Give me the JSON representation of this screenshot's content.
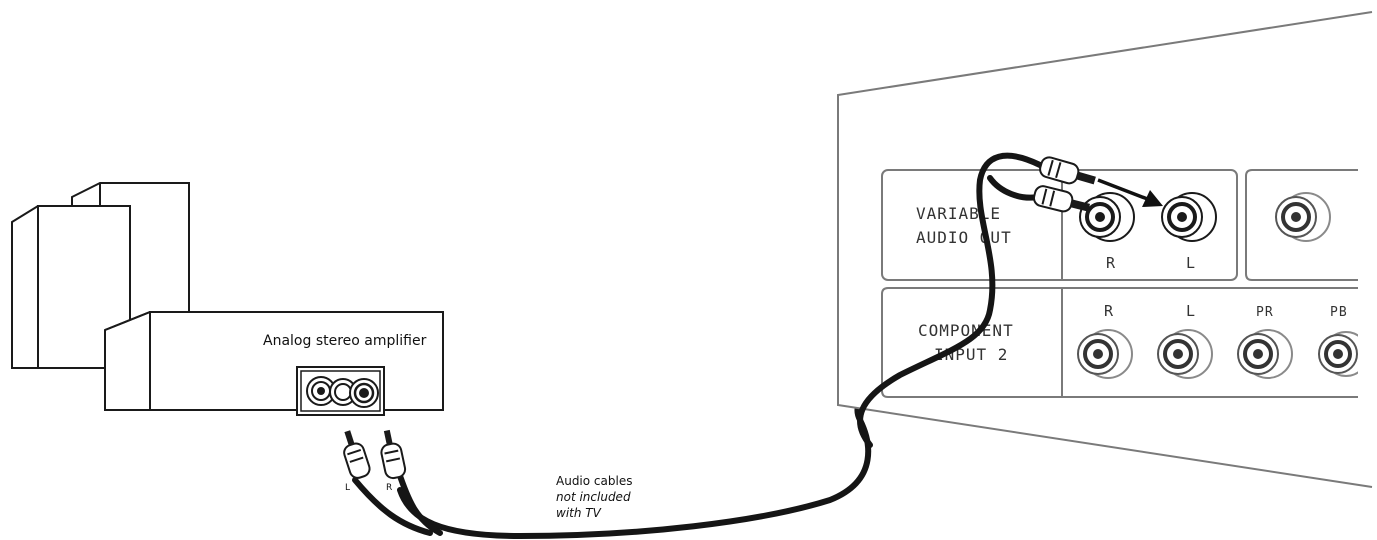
{
  "amplifier": {
    "label": "Analog stereo amplifier",
    "plug_left_label": "L",
    "plug_right_label": "R"
  },
  "cable_note": {
    "line1": "Audio cables",
    "line2": "not included",
    "line3": "with TV"
  },
  "tv_panel": {
    "variable_audio_out": {
      "line1": "VARIABLE",
      "line2": "AUDIO OUT",
      "jack_right_label": "R",
      "jack_left_label": "L"
    },
    "component_input_2": {
      "line1": "COMPONENT",
      "line2": "INPUT 2",
      "jack_labels": [
        "R",
        "L",
        "PR",
        "PB"
      ]
    }
  },
  "colors": {
    "line": "#1a1a1a",
    "panel_line": "#7a7a7a",
    "cable": "#151515"
  }
}
